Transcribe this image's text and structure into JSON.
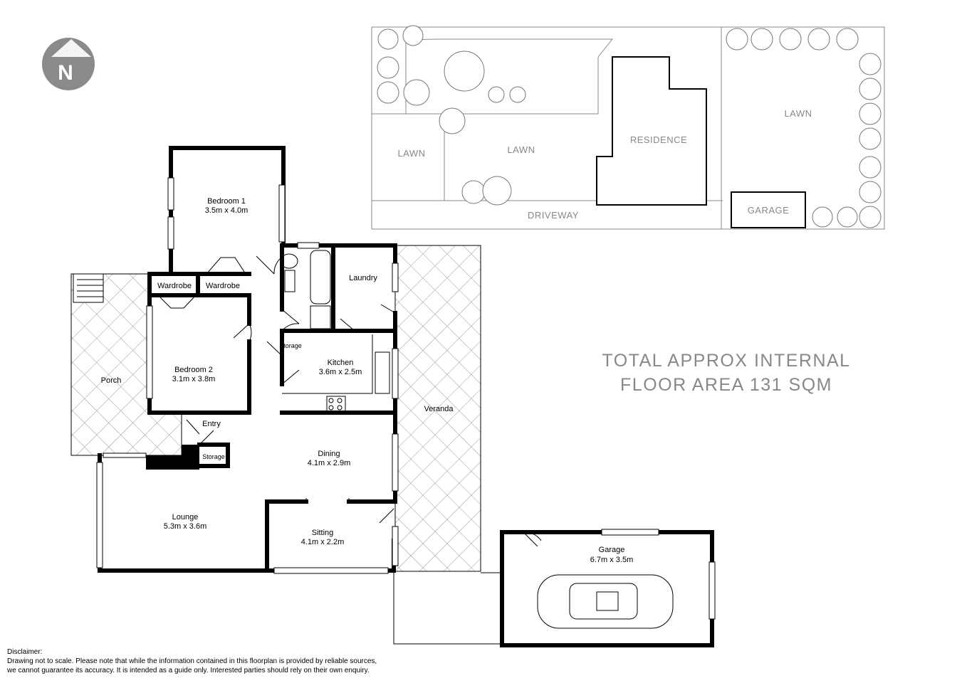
{
  "compass": {
    "letter": "N"
  },
  "rooms": {
    "bedroom1": {
      "name": "Bedroom 1",
      "size": "3.5m x 4.0m"
    },
    "bedroom2": {
      "name": "Bedroom 2",
      "size": "3.1m x 3.8m"
    },
    "wardrobe1": {
      "name": "Wardrobe"
    },
    "wardrobe2": {
      "name": "Wardrobe"
    },
    "laundry": {
      "name": "Laundry"
    },
    "storage1": {
      "name": "Storage"
    },
    "storage2": {
      "name": "Storage"
    },
    "kitchen": {
      "name": "Kitchen",
      "size": "3.6m x 2.5m"
    },
    "porch": {
      "name": "Porch"
    },
    "entry": {
      "name": "Entry"
    },
    "dining": {
      "name": "Dining",
      "size": "4.1m x 2.9m"
    },
    "lounge": {
      "name": "Lounge",
      "size": "5.3m x 3.6m"
    },
    "sitting": {
      "name": "Sitting",
      "size": "4.1m x 2.2m"
    },
    "veranda": {
      "name": "Veranda"
    },
    "garage": {
      "name": "Garage",
      "size": "6.7m x 3.5m"
    }
  },
  "site_plan": {
    "lawn_left": "LAWN",
    "lawn_center": "LAWN",
    "lawn_right": "LAWN",
    "residence": "RESIDENCE",
    "driveway": "DRIVEWAY",
    "garage": "GARAGE"
  },
  "total_area": {
    "line1": "TOTAL APPROX INTERNAL",
    "line2": "FLOOR AREA 131 SQM"
  },
  "disclaimer": {
    "title": "Disclaimer:",
    "line1": "Drawing not to scale. Please note that while the information contained in this floorplan is provided by reliable sources,",
    "line2": "we cannot guarantee its accuracy. It is intended as a guide only. Interested parties should rely on their  own enquiry."
  }
}
